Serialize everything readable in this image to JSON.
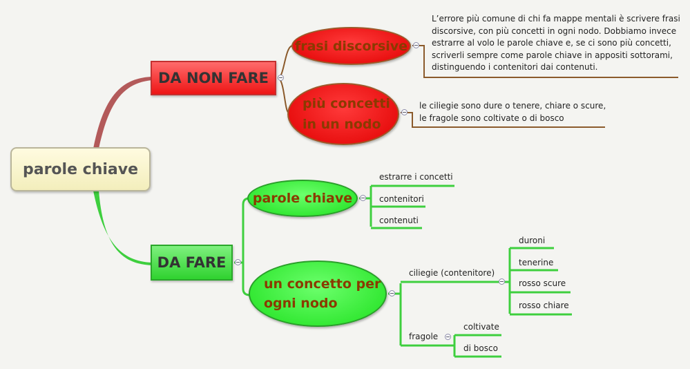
{
  "root": {
    "label": "parole chiave"
  },
  "branches": {
    "dont": {
      "label": "DA NON FARE",
      "color": "#e82020",
      "children": {
        "frasi": {
          "label": "frasi discorsive",
          "note": [
            "L’errore più comune di chi fa mappe mentali è scrivere frasi",
            "discorsive, con più concetti in ogni nodo. Dobbiamo invece",
            "estrarre al volo le parole chiave e, se ci sono più concetti,",
            "scriverli sempre come parole chiave in appositi sottorami,",
            "distinguendo i contenitori dai contenuti."
          ]
        },
        "piu": {
          "label_line1": "più concetti",
          "label_line2": "in un nodo",
          "note": [
            "le ciliegie sono dure o tenere, chiare o scure,",
            "le fragole sono coltivate o di bosco"
          ]
        }
      }
    },
    "do": {
      "label": "DA FARE",
      "color": "#2ecc2e",
      "children": {
        "parole": {
          "label": "parole chiave",
          "leaves": [
            "estrarre i concetti",
            "contenitori",
            "contenuti"
          ]
        },
        "uno": {
          "label_line1": "un concetto per",
          "label_line2": "ogni nodo",
          "ciliegie": {
            "label": "ciliegie (contenitore)",
            "leaves": [
              "duroni",
              "tenerine",
              "rosso scure",
              "rosso chiare"
            ]
          },
          "fragole": {
            "label": "fragole",
            "leaves": [
              "coltivate",
              "di bosco"
            ]
          }
        }
      }
    }
  },
  "colors": {
    "background": "#f4f4f1",
    "red_connector": "#b35a5a",
    "green_connector": "#3ecf3e",
    "brown_underline": "#8b5a2b",
    "node_text": "#8a3a00"
  }
}
